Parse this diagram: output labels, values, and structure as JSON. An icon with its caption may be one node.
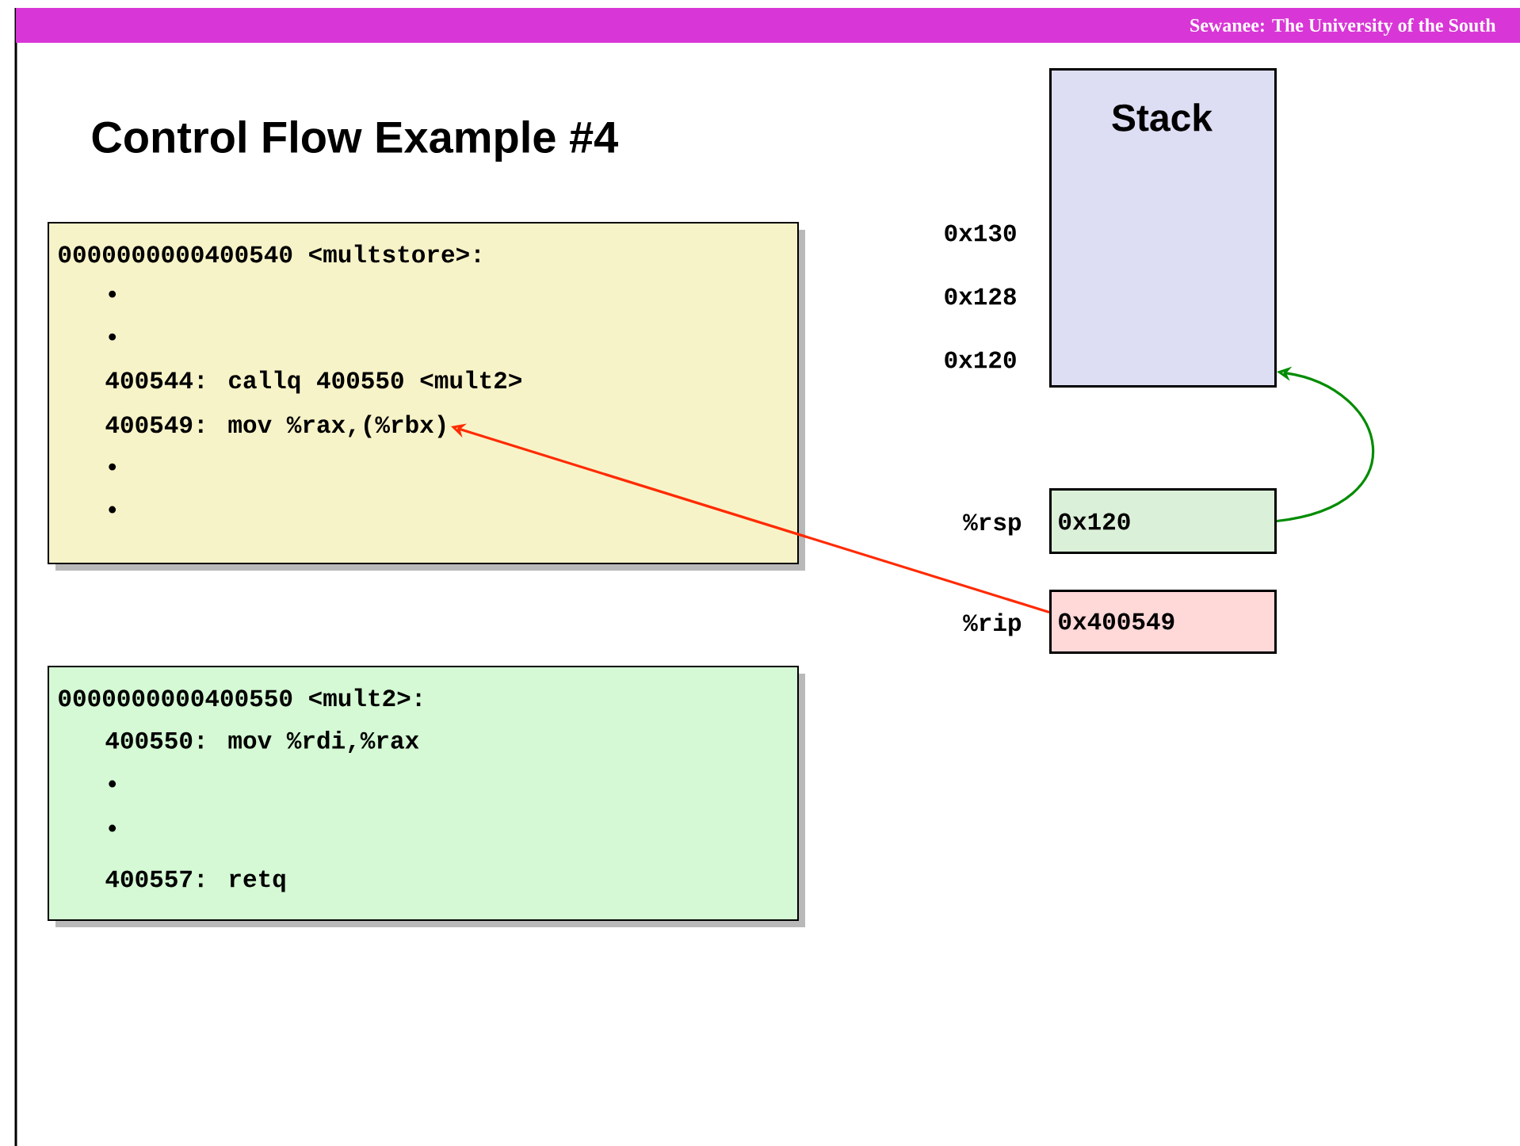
{
  "diagram": {
    "title": "Control Flow Example #4",
    "nodes": [
      {
        "text": [
          "0000000000400540 <multstore>:"
        ]
      },
      {
        "text": [
          "•"
        ],
        "in": 0
      },
      {
        "text": [
          "•"
        ],
        "in": 0
      },
      {
        "text": [
          "400544: callq 400550 <mult2>"
        ],
        "in": 0
      },
      {
        "text": [
          "400549: mov %rax,(%rbx)"
        ],
        "in": 0
      },
      {
        "text": [
          "•"
        ],
        "in": 0
      },
      {
        "text": [
          "•"
        ],
        "in": 0
      },
      {
        "text": [
          "0000000000400550 <mult2>:"
        ]
      },
      {
        "text": [
          "400550: mov %rdi,%rax"
        ],
        "in": 7
      },
      {
        "text": [
          "•"
        ],
        "in": 7
      },
      {
        "text": [
          "•"
        ],
        "in": 7
      },
      {
        "text": [
          "400557: retq"
        ],
        "in": 7
      },
      {
        "text": [
          "Stack"
        ]
      },
      {
        "text": [
          "0x120"
        ],
        "beside": [
          "%rsp"
        ]
      },
      {
        "text": [
          "0x400549"
        ],
        "beside": [
          "%rip"
        ]
      }
    ],
    "edges": [
      {
        "from": 14,
        "to": 4,
        "arrow": "to",
        "color": "#ff2a00"
      },
      {
        "from": 13,
        "to": 12,
        "arrow": "to",
        "color": "#008c00"
      }
    ],
    "labels": [
      "Sewanee: The University of the South",
      "0x130",
      "0x128",
      "0x120"
    ]
  }
}
